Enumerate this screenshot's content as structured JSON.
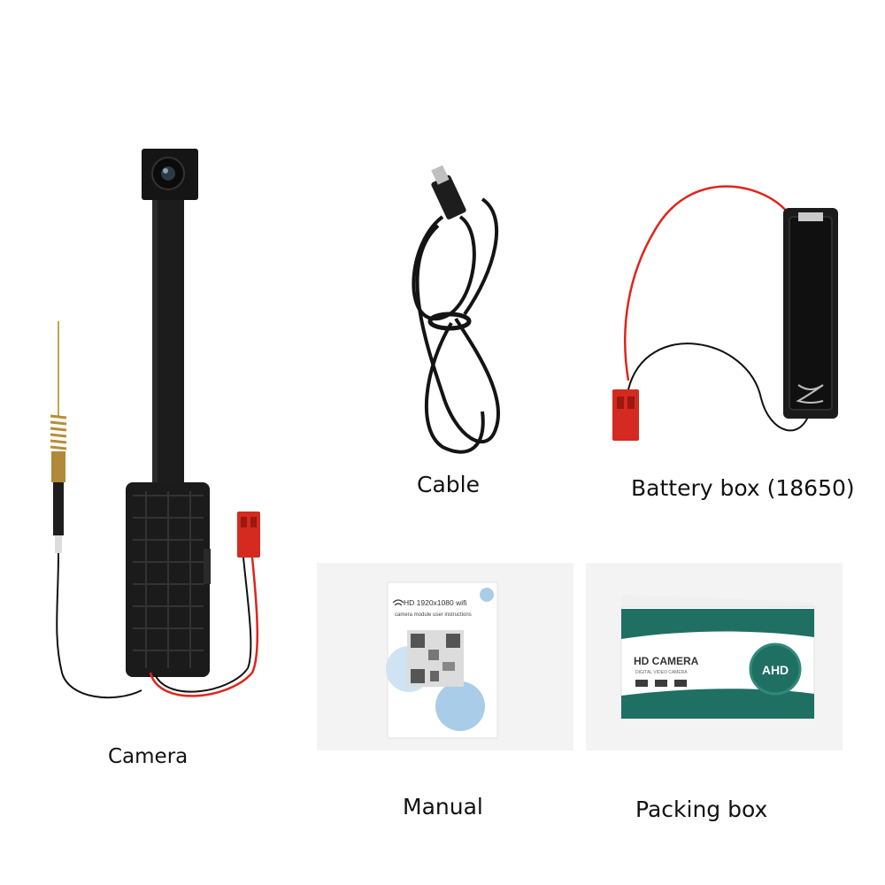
{
  "captions": {
    "camera": "Camera",
    "cable": "Cable",
    "battery": "Battery box (18650)",
    "manual": "Manual",
    "packing": "Packing box"
  },
  "manual": {
    "line1": "HD 1920x1080 wifi",
    "line2": "camera module  user instructions"
  },
  "box": {
    "title": "HD CAMERA",
    "subtitle": "DIGITAL VIDEO CAMERA",
    "badge": "AHD"
  },
  "colors": {
    "device": "#1a1a1a",
    "wire_red": "#e0241b",
    "connector_red": "#d42a1f",
    "box_teal": "#1f6f63",
    "manual_blue": "#a9cde8"
  }
}
